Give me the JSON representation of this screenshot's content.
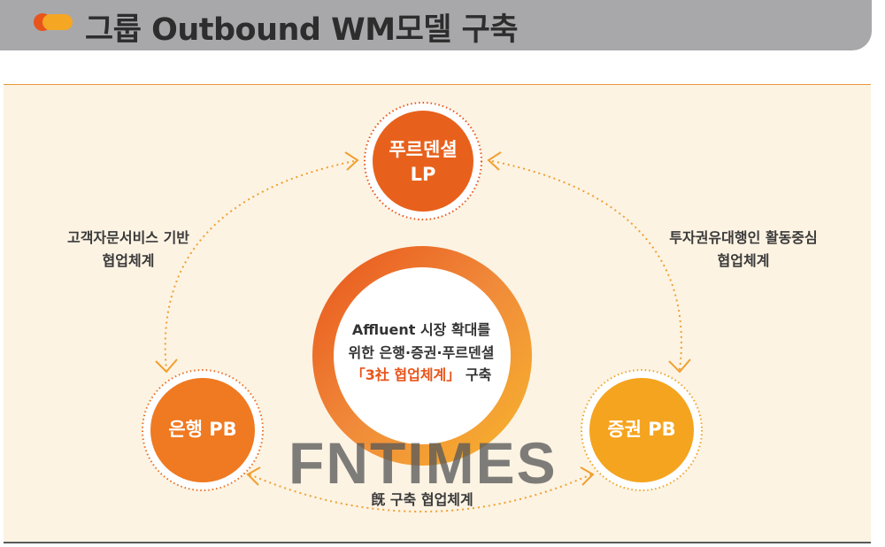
{
  "header": {
    "title": "그룹 Outbound WM모델 구축",
    "accent_colors": [
      "#e8541a",
      "#f5a623"
    ]
  },
  "diagram": {
    "top_node": {
      "line1": "푸르덴셜",
      "line2": "LP"
    },
    "left_node": {
      "label": "은행 PB"
    },
    "right_node": {
      "label": "증권 PB"
    },
    "center": {
      "line1": "Affluent 시장 확대를",
      "line2": "위한 은행·증권·푸르덴셜",
      "line3_highlight": "「3社 협업체계」",
      "line3_rest": " 구축"
    },
    "left_arc_label": {
      "line1": "고객자문서비스 기반",
      "line2": "협업체계"
    },
    "right_arc_label": {
      "line1": "투자권유대행인 활동중심",
      "line2": "협업체계"
    },
    "bottom_arc_label": "旣 구축 협업체계"
  },
  "watermark": "FNTIMES",
  "colors": {
    "orange": "#ea6a1f",
    "amber": "#f5a623",
    "panel_bg": "#fcf3e3",
    "dotted": "#f0a030"
  }
}
